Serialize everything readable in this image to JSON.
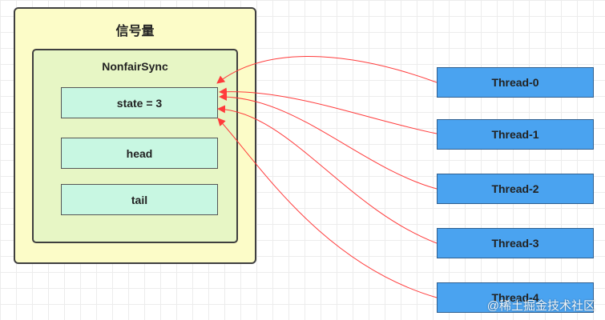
{
  "semaphore": {
    "title": "信号量"
  },
  "sync": {
    "title": "NonfairSync",
    "fields": [
      "state = 3",
      "head",
      "tail"
    ]
  },
  "threads": [
    "Thread-0",
    "Thread-1",
    "Thread-2",
    "Thread-3",
    "Thread-4"
  ],
  "watermark": "@稀土掘金技术社区",
  "colors": {
    "semaphore_bg": "#fcfcc8",
    "sync_bg": "#e7f6c5",
    "field_bg": "#c8f7e2",
    "thread_bg": "#4aa3f0",
    "arrow": "#ff3b3b"
  }
}
